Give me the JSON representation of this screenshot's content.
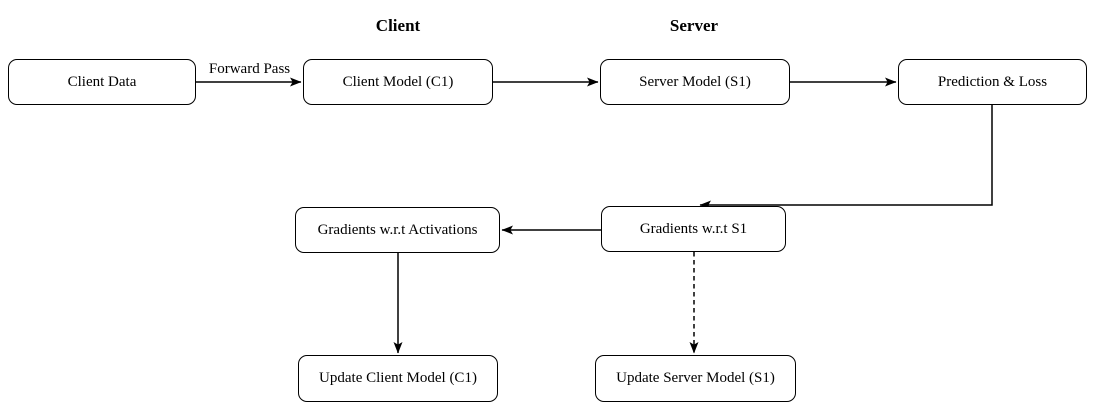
{
  "diagram": {
    "background_color": "#ffffff",
    "stroke_color": "#000000",
    "headers": {
      "client": {
        "label": "Client"
      },
      "server": {
        "label": "Server"
      }
    },
    "nodes": {
      "client_data": {
        "label": "Client Data"
      },
      "client_model": {
        "label": "Client Model (C1)"
      },
      "server_model": {
        "label": "Server Model (S1)"
      },
      "prediction_loss": {
        "label": "Prediction & Loss"
      },
      "grad_activations": {
        "label": "Gradients w.r.t Activations"
      },
      "grad_s1": {
        "label": "Gradients w.r.t S1"
      },
      "update_client": {
        "label": "Update Client Model (C1)"
      },
      "update_server": {
        "label": "Update Server Model (S1)"
      }
    },
    "edges": {
      "forward_pass": {
        "label": "Forward Pass",
        "from": "client_data",
        "to": "client_model",
        "style": "solid"
      },
      "list": [
        {
          "from": "client_data",
          "to": "client_model",
          "style": "solid",
          "label": "Forward Pass"
        },
        {
          "from": "client_model",
          "to": "server_model",
          "style": "solid",
          "label": ""
        },
        {
          "from": "server_model",
          "to": "prediction_loss",
          "style": "solid",
          "label": ""
        },
        {
          "from": "prediction_loss",
          "to": "grad_s1",
          "style": "solid",
          "label": ""
        },
        {
          "from": "grad_s1",
          "to": "grad_activations",
          "style": "solid",
          "label": ""
        },
        {
          "from": "grad_activations",
          "to": "update_client",
          "style": "solid",
          "label": ""
        },
        {
          "from": "grad_s1",
          "to": "update_server",
          "style": "dashed",
          "label": ""
        }
      ]
    }
  }
}
